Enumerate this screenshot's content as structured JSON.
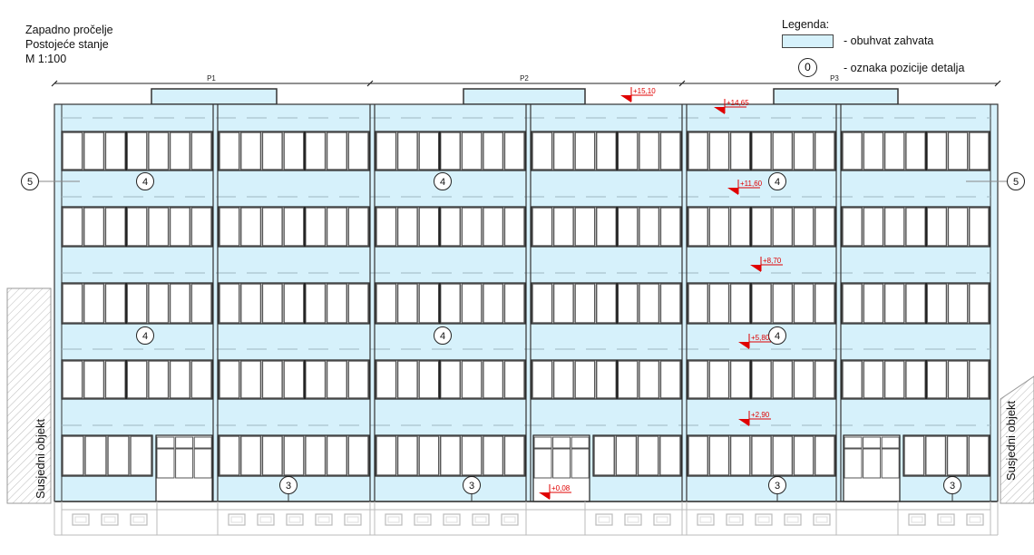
{
  "title": {
    "line1": "Zapadno pročelje",
    "line2": "Postojeće stanje",
    "line3": "M 1:100"
  },
  "legend": {
    "heading": "Legenda:",
    "scope_label": "- obuhvat zahvata",
    "scope_color": "#d6f1fb",
    "marker_symbol": "0",
    "marker_label": "- oznaka pozicije detalja"
  },
  "sections": [
    "P1",
    "P2",
    "P3"
  ],
  "neighbor_label": "Susjedni objekt",
  "elevations": [
    "+15,10",
    "+14,65",
    "+11,60",
    "+8,70",
    "+5,80",
    "+2,90",
    "+0,08"
  ],
  "detail_markers": [
    "5",
    "5",
    "4",
    "4",
    "4",
    "4",
    "4",
    "4",
    "3",
    "3",
    "3",
    "3"
  ],
  "colors": {
    "facade": "#d6f1fb",
    "elevation": "#e00000",
    "line": "#333333",
    "base": "#bbbbbb"
  }
}
